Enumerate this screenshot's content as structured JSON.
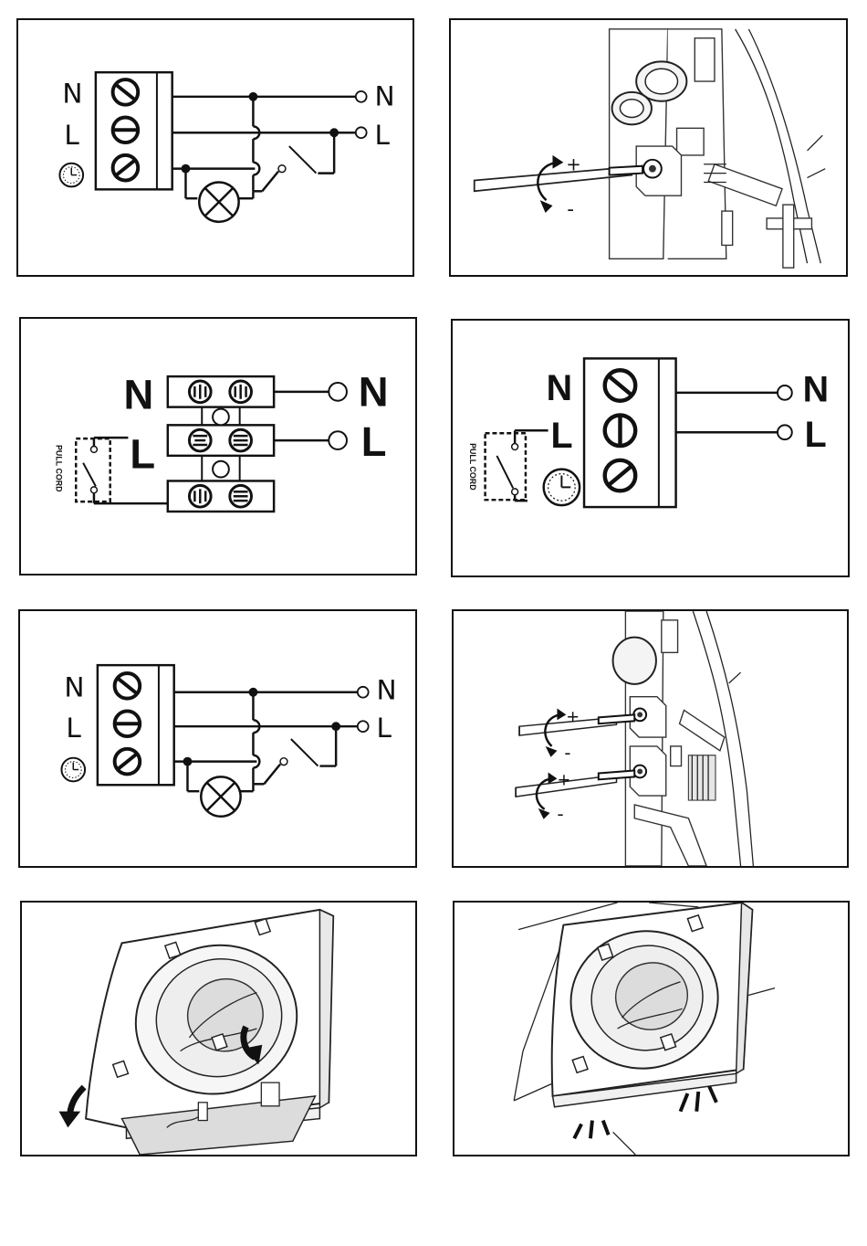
{
  "panels": {
    "p1": {
      "left_labels": [
        "N",
        "L"
      ],
      "right_labels": [
        "N",
        "L"
      ],
      "icons": [
        "clock-icon",
        "lamp-icon",
        "switch-icon"
      ]
    },
    "p2": {
      "plus": "+",
      "minus": "-",
      "icons": [
        "screwdriver-icon",
        "rotate-arrow-icon"
      ]
    },
    "p3": {
      "left_labels": [
        "N",
        "L"
      ],
      "right_labels": [
        "N",
        "L"
      ],
      "pull_cord": "PULL CORD",
      "icons": [
        "pull-cord-switch-icon"
      ]
    },
    "p4": {
      "left_labels": [
        "N",
        "L"
      ],
      "right_labels": [
        "N",
        "L"
      ],
      "pull_cord": "PULL CORD",
      "icons": [
        "clock-icon",
        "pull-cord-switch-icon"
      ]
    },
    "p5": {
      "left_labels": [
        "N",
        "L"
      ],
      "right_labels": [
        "N",
        "L"
      ],
      "icons": [
        "clock-icon",
        "lamp-icon",
        "switch-icon"
      ]
    },
    "p6": {
      "plus_top": "+",
      "minus_top": "-",
      "plus_bottom": "+",
      "minus_bottom": "-",
      "icons": [
        "screwdriver-icon",
        "rotate-arrow-icon"
      ]
    },
    "p7": {
      "icons": [
        "fan-cover-icon",
        "down-arrow-icon"
      ]
    },
    "p8": {
      "icons": [
        "fan-cover-icon",
        "click-marks-icon"
      ]
    }
  },
  "colors": {
    "ink": "#111111",
    "paper": "#ffffff"
  }
}
